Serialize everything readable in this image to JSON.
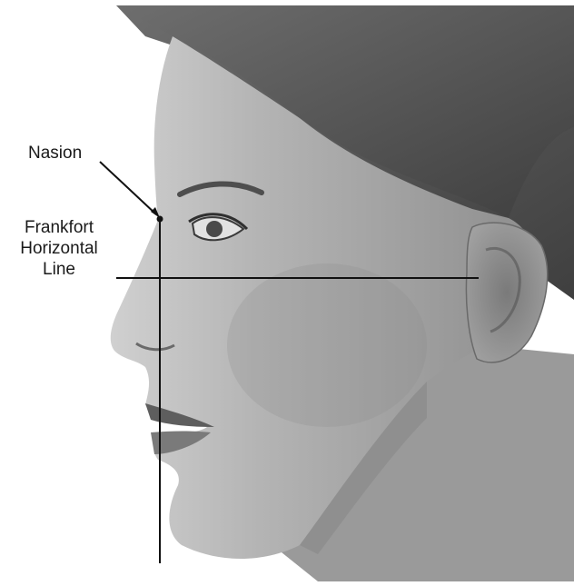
{
  "labels": {
    "nasion": "Nasion",
    "frankfort_line1": "Frankfort",
    "frankfort_line2": "Horizontal",
    "frankfort_line3": "Line"
  },
  "colors": {
    "background": "#ffffff",
    "hair": "#5a5a5a",
    "skin": "#a9a9a9",
    "skin_shadow": "#8c8c8c",
    "lines": "#111111",
    "text": "#1a1a1a"
  },
  "icons": [
    "face-profile-illustration"
  ]
}
